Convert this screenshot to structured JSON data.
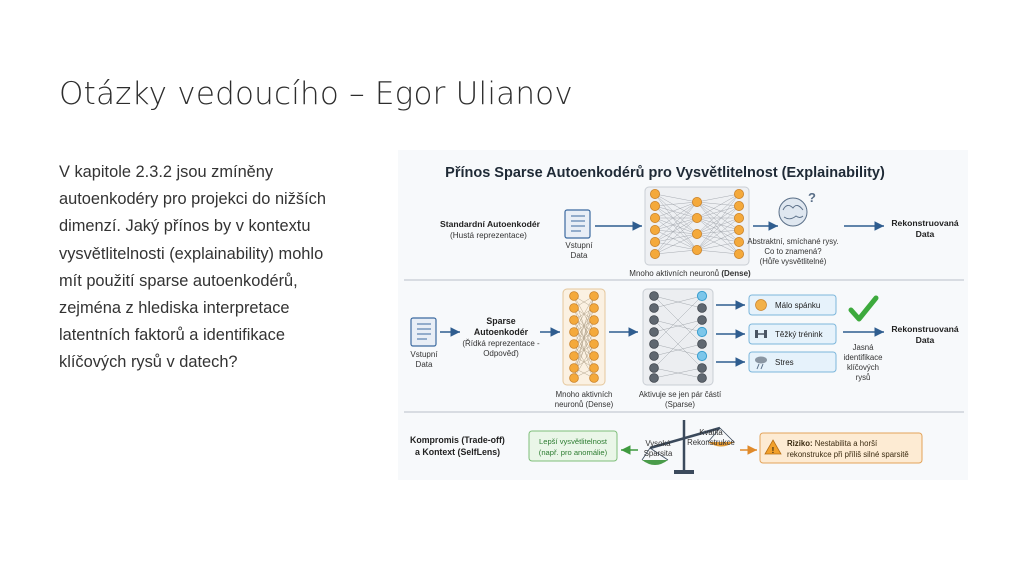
{
  "slide": {
    "title": "Otázky vedoucího – Egor Ulianov",
    "question_lines": [
      "V kapitole 2.3.2 jsou zmíněny",
      "autoenkodéry pro projekci do nižších",
      "dimenzí. Jaký přínos by v kontextu",
      "vysvětlitelnosti (explainability) mohlo",
      "mít použití sparse autoenkodérů,",
      "zejména z hlediska interpretace",
      "latentních faktorů a identifikace",
      "klíčových rysů v datech?"
    ]
  },
  "figure": {
    "title": "Přínos Sparse Autoenkodérů pro Vysvětlitelnost (Explainability)",
    "standard": {
      "name": "Standardní Autoenkodér",
      "subtitle": "(Hustá reprezentace)",
      "input_line1": "Vstupní",
      "input_line2": "Data",
      "neurons_caption": "Mnoho aktivních neuronů",
      "neurons_tag": "(Dense)",
      "confusion_line1": "Abstraktní, smíchané rysy.",
      "confusion_line2": "Co to znamená?",
      "confusion_line3": "(Hůře vysvětlitelné)",
      "output_line1": "Rekonstruovaná",
      "output_line2": "Data"
    },
    "sparse": {
      "name_line1": "Sparse",
      "name_line2": "Autoenkodér",
      "subtitle_line1": "(Řídká reprezentace -",
      "subtitle_line2": "Odpověď)",
      "input_line1": "Vstupní",
      "input_line2": "Data",
      "dense_caption_line1": "Mnoho aktivních",
      "dense_caption_line2": "neuronů (Dense)",
      "sparse_caption_line1": "Aktivuje se jen pár částí",
      "sparse_caption_line2": "(Sparse)",
      "features": [
        "Málo spánku",
        "Těžký trénink",
        "Stres"
      ],
      "check_line1": "Jasná",
      "check_line2": "identifikace",
      "check_line3": "klíčových",
      "check_line4": "rysů",
      "output_line1": "Rekonstruovaná",
      "output_line2": "Data"
    },
    "tradeoff": {
      "label_line1": "Kompromis (Trade-off)",
      "label_line2": "a Kontext (SelfLens)",
      "benefit_line1": "Lepší vysvětlitelnost",
      "benefit_line2": "(např. pro anomálie)",
      "left_pan_line1": "Vysoká",
      "left_pan_line2": "Sparsita",
      "right_pan_line1": "Kvalita",
      "right_pan_line2": "Rekonstrukce",
      "risk_bold": "Riziko:",
      "risk_line1": " Nestabilita a horší",
      "risk_line2": "rekonstrukce při příliš silné sparsitě"
    },
    "colors": {
      "accent_blue": "#3b6aa0",
      "neuron_orange": "#f4a93b",
      "neuron_grey": "#5f6770",
      "neuron_cyan": "#7cc6ea",
      "check_green": "#3daa3d",
      "benefit_green": "#eaf6e8",
      "risk_orange": "#fdebd3"
    }
  }
}
